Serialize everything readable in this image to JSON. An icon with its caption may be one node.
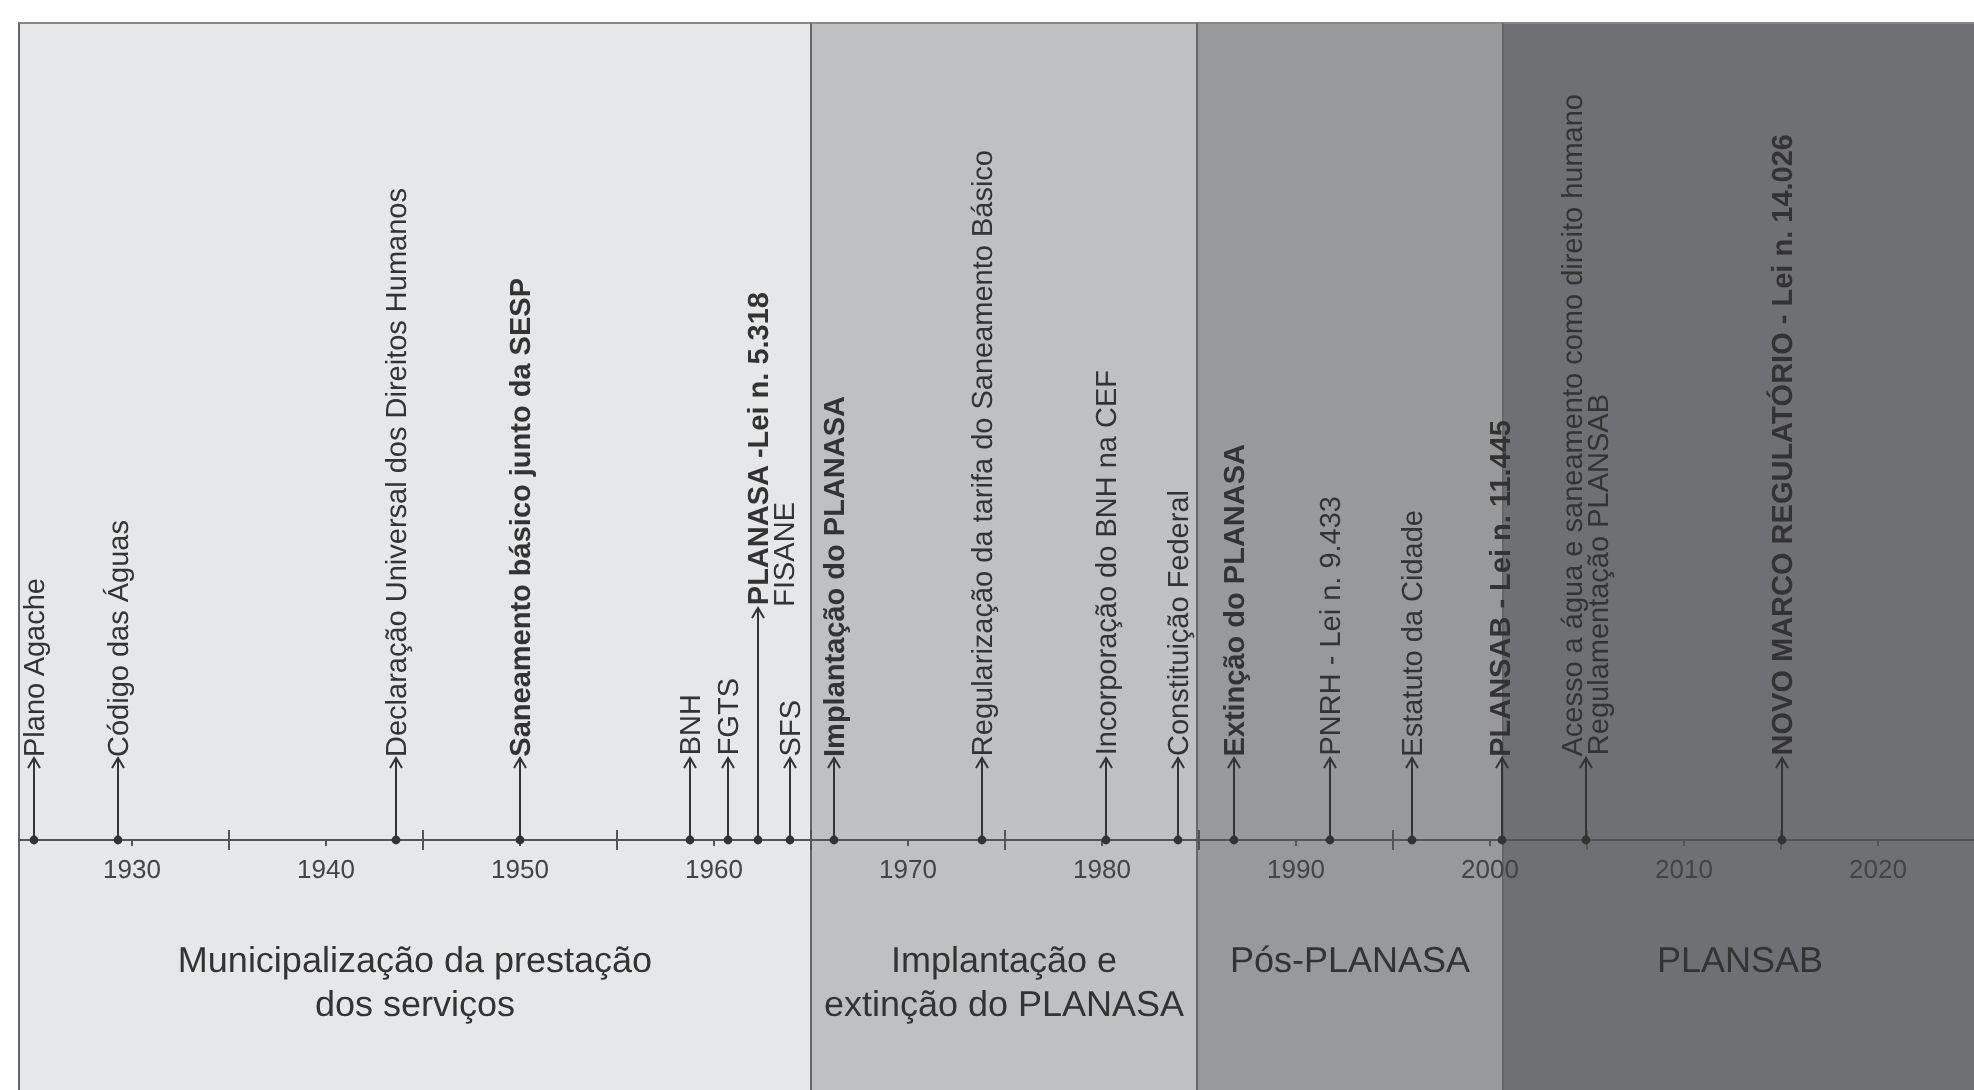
{
  "diagram": {
    "nodes": [
      {
        "text": [
          "Municipalização da prestação dos serviços"
        ]
      },
      {
        "text": [
          "Plano Agache"
        ],
        "in": 0
      },
      {
        "text": [
          "Código das Águas"
        ],
        "in": 0
      },
      {
        "text": [
          "Declaração Universal dos Direitos Humanos"
        ],
        "in": 0
      },
      {
        "text": [
          "Saneamento básico junto da SESP"
        ],
        "in": 0
      },
      {
        "text": [
          "BNH"
        ],
        "in": 0
      },
      {
        "text": [
          "FGTS"
        ],
        "in": 0
      },
      {
        "text": [
          "PLANASA -Lei n. 5.318",
          "FISANE"
        ],
        "in": 0
      },
      {
        "text": [
          "SFS"
        ],
        "in": 0
      },
      {
        "text": [
          "Implantação e extinção do PLANASA"
        ]
      },
      {
        "text": [
          "Implantação do PLANASA"
        ],
        "in": 9
      },
      {
        "text": [
          "Regularização da tarifa do Saneamento Básico"
        ],
        "in": 9
      },
      {
        "text": [
          "Incorporação do BNH na CEF"
        ],
        "in": 9
      },
      {
        "text": [
          "Constituição Federal"
        ],
        "in": 9
      },
      {
        "text": [
          "Pós-PLANASA"
        ]
      },
      {
        "text": [
          "Extinção do PLANASA"
        ],
        "in": 14
      },
      {
        "text": [
          "PNRH - Lei n. 9.433"
        ],
        "in": 14
      },
      {
        "text": [
          "Estatuto da Cidade"
        ],
        "in": 14
      },
      {
        "text": [
          "PLANSAB - Lei n. 11.445"
        ]
      },
      {
        "text": [
          "PLANSAB"
        ]
      },
      {
        "text": [
          "Acesso a água e saneamento como direito humano",
          "Regulamentação PLANSAB"
        ],
        "in": 19
      },
      {
        "text": [
          "NOVO MARCO REGULATÓRIO - Lei n. 14.026"
        ],
        "in": 19
      },
      {
        "text": [],
        "shape": "bar"
      }
    ],
    "edges": [
      {
        "from": 22,
        "to": 1,
        "arrow": "to"
      },
      {
        "from": 22,
        "to": 2,
        "arrow": "to"
      },
      {
        "from": 22,
        "to": 3,
        "arrow": "to"
      },
      {
        "from": 22,
        "to": 4,
        "arrow": "to"
      },
      {
        "from": 22,
        "to": 5,
        "arrow": "to"
      },
      {
        "from": 22,
        "to": 6,
        "arrow": "to"
      },
      {
        "from": 22,
        "to": 7,
        "arrow": "to"
      },
      {
        "from": 22,
        "to": 8,
        "arrow": "to"
      },
      {
        "from": 22,
        "to": 10,
        "arrow": "to"
      },
      {
        "from": 22,
        "to": 11,
        "arrow": "to"
      },
      {
        "from": 22,
        "to": 12,
        "arrow": "to"
      },
      {
        "from": 22,
        "to": 13,
        "arrow": "to"
      },
      {
        "from": 22,
        "to": 15,
        "arrow": "to"
      },
      {
        "from": 22,
        "to": 16,
        "arrow": "to"
      },
      {
        "from": 22,
        "to": 17,
        "arrow": "to"
      },
      {
        "from": 22,
        "to": 18,
        "arrow": "to"
      },
      {
        "from": 22,
        "to": 20,
        "arrow": "to"
      },
      {
        "from": 22,
        "to": 21,
        "arrow": "to"
      }
    ],
    "labels": [
      "1930",
      "1940",
      "1950",
      "1960",
      "1970",
      "1980",
      "1990",
      "2000",
      "2010",
      "2020"
    ]
  }
}
